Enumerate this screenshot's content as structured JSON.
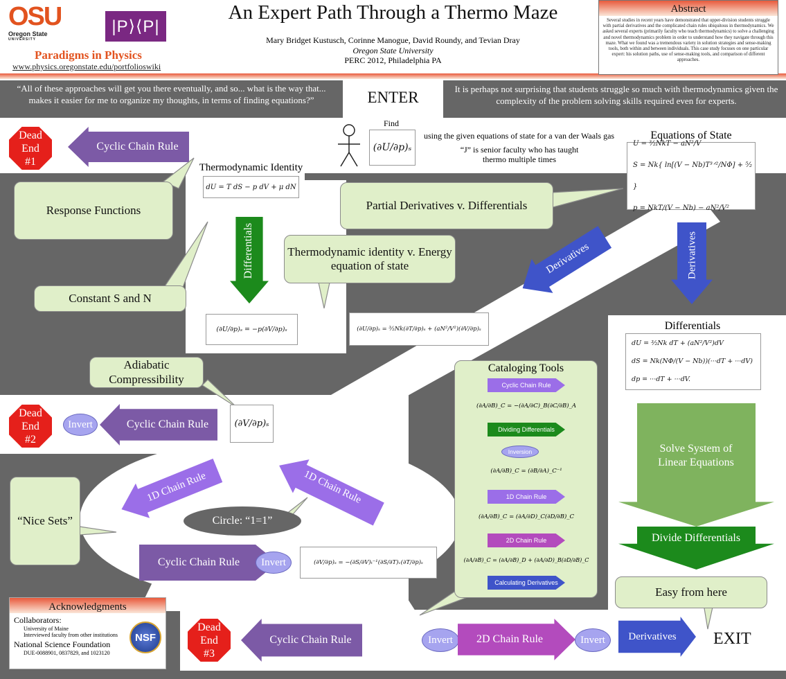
{
  "header": {
    "osu_logo": "OSU",
    "osu_sub": "Oregon State",
    "osu_sub2": "UNIVERSITY",
    "pxp_logo": "|P⟩⟨P|",
    "paradigms": "Paradigms in Physics",
    "url": "www.physics.oregonstate.edu/portfolioswiki",
    "title": "An Expert Path Through a Thermo Maze",
    "authors": "Mary Bridget Kustusch, Corinne Manogue, David Roundy, and Tevian Dray",
    "university": "Oregon State University",
    "conference": "PERC  2012, Philadelphia PA"
  },
  "abstract": {
    "heading": "Abstract",
    "text": "Several studies in recent years have demonstrated that upper-division students struggle with partial derivatives and the complicated chain rules ubiquitous in thermodynamics. We asked several experts (primarily faculty who teach thermodynamics) to solve a challenging and novel thermodynamics problem in order to understand how they navigate through this maze. What we found was a tremendous variety in solution strategies and sense-making tools, both within and between individuals. This case study focuses on one particular expert: his solution paths, use of sense-making tools, and comparison of different approaches."
  },
  "banner": {
    "left_quote": "“All of these approaches will get you there eventually, and so... what is the way that... makes it easier for me to organize my thoughts, in terms of  finding equations?”",
    "enter": "ENTER",
    "right_text": "It is perhaps not surprising that students struggle so much with thermodynamics given the complexity of the problem solving skills required even for experts."
  },
  "problem": {
    "find": "Find",
    "find_eq": "(∂U/∂p)ₛ",
    "given": "using the given equations of state for a van der Waals gas",
    "j_note": "“J” is senior faculty who has taught thermo multiple times"
  },
  "dead_ends": [
    {
      "label": "Dead End #1",
      "arrow": "Cyclic Chain Rule"
    },
    {
      "label": "Dead End #2",
      "arrow": "Cyclic Chain Rule",
      "invert": "Invert"
    },
    {
      "label": "Dead End #3",
      "arrow": "Cyclic Chain Rule"
    }
  ],
  "bubbles": {
    "response_functions": "Response Functions",
    "constant_sn": "Constant S and N",
    "partial_vs_diff": "Partial Derivatives v. Differentials",
    "thermo_vs_energy": "Thermodynamic identity v. Energy equation of state",
    "adiabatic": "Adiabatic Compressibility",
    "nice_sets": "“Nice Sets”",
    "easy": "Easy from here"
  },
  "thermo_identity": {
    "heading": "Thermodynamic Identity",
    "eq": "dU = T dS − p dV + μ dN"
  },
  "eos": {
    "heading": "Equations of State",
    "eq1": "U = ³⁄₂NkT − aN²/V",
    "eq2": "S = Nk{ ln[(V − Nb)T³ᐟ²/NΦ] + ⁵⁄₂ }",
    "eq3": "p = NkT/(V − Nb) − aN²/V²"
  },
  "arrows": {
    "differentials": "Differentials",
    "derivatives_diag": "Derivatives",
    "derivatives_right": "Derivatives",
    "chain1": "1D Chain Rule",
    "chain2": "1D Chain Rule",
    "cyclic": "Cyclic Chain Rule",
    "invert1": "Invert",
    "solve": "Solve System of Linear Equations",
    "divide": "Divide Differentials",
    "invert_b1": "Invert",
    "chain2d": "2D Chain Rule",
    "invert_b2": "Invert",
    "derivatives_bottom": "Derivatives",
    "exit": "EXIT"
  },
  "equations": {
    "dU_dp_S": "(∂U/∂p)ₛ = −p(∂V/∂p)ₛ",
    "dU_dp_long": "(∂U/∂p)ₛ = ³⁄₂Nk(∂T/∂p)ₛ + (aN²/V²)(∂V/∂p)ₛ",
    "dV_dp_S": "(∂V/∂p)ₛ",
    "cyclic_eq": "(∂V/∂p)ₛ = −(∂S/∂V)ₜ⁻¹(∂S/∂T)ᵥ(∂T/∂p)ₛ"
  },
  "circle": {
    "label": "Circle: “1=1”"
  },
  "differentials_box": {
    "heading": "Differentials",
    "eq1": "dU = ³⁄₂Nk dT + (aN²/V²)dV",
    "eq2": "dS = Nk(NΦ/(V − Nb))(···dT + ···dV)",
    "eq3": "dp = ···dT + ···dV."
  },
  "cataloging": {
    "heading": "Cataloging Tools",
    "t1": "Cyclic Chain Rule",
    "e1": "(∂A/∂B)_C = −(∂A/∂C)_B(∂C/∂B)_A",
    "t2": "Dividing Differentials",
    "t3": "Inversion",
    "e3": "(∂A/∂B)_C = (∂B/∂A)_C⁻¹",
    "t4": "1D Chain Rule",
    "e4": "(∂A/∂B)_C = (∂A/∂D)_C(∂D/∂B)_C",
    "t5": "2D Chain Rule",
    "e5": "(∂A/∂B)_C = (∂A/∂B)_D + (∂A/∂D)_B(∂D/∂B)_C",
    "t6": "Calculating Derivatives"
  },
  "ack": {
    "heading": "Acknowledgments",
    "collab": "Collaborators:",
    "c1": "University of Maine",
    "c2": "Interviewed faculty from other institutions",
    "nsf": "National Science Foundation",
    "grants": "DUE-0088901, 0837829, and 1023120",
    "nsf_logo": "NSF"
  },
  "colors": {
    "gray": "#666666",
    "green_bubble": "#e0efc9",
    "purple": "#7c5aa6",
    "blue": "#3f54c9",
    "green_arrow": "#1c8a1c",
    "dead_end": "#e5201b",
    "orange": "#e85a3c"
  }
}
